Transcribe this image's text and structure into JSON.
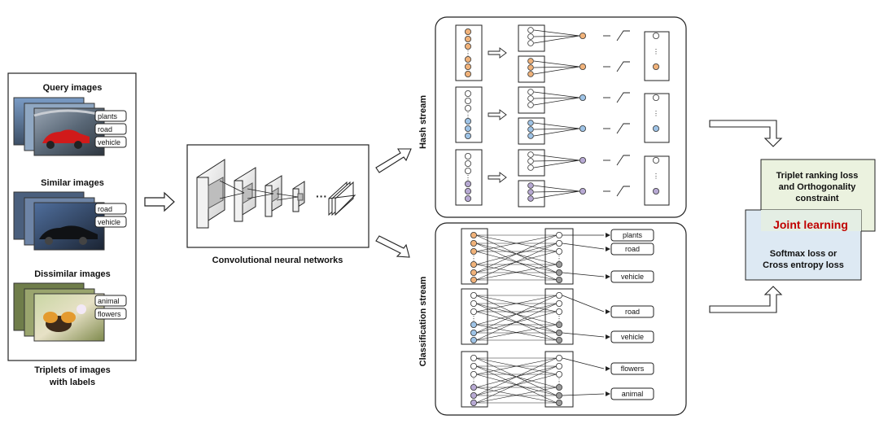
{
  "input_panel": {
    "query_title": "Query images",
    "query_tags": [
      "plants",
      "road",
      "vehicle"
    ],
    "similar_title": "Similar images",
    "similar_tags": [
      "road",
      "vehicle"
    ],
    "dissimilar_title": "Dissimilar images",
    "dissimilar_tags": [
      "animal",
      "flowers"
    ],
    "caption_line1": "Triplets of images",
    "caption_line2": "with labels"
  },
  "cnn": {
    "caption": "Convolutional neural networks",
    "ellipsis": "···"
  },
  "hash_stream": {
    "label": "Hash stream"
  },
  "classification_stream": {
    "label": "Classification stream",
    "outputs": [
      "plants",
      "road",
      "vehicle",
      "road",
      "vehicle",
      "flowers",
      "animal"
    ]
  },
  "loss": {
    "triplet_line1": "Triplet ranking loss",
    "triplet_line2": "and Orthogonality",
    "triplet_line3": "constraint",
    "joint": "Joint learning",
    "softmax_line1": "Softmax loss or",
    "softmax_line2": "Cross entropy loss"
  },
  "colors": {
    "orange": "#f0b27a",
    "blue": "#9ec3e6",
    "purple": "#b7a9d3",
    "joint_text": "#c00000",
    "triplet_box": "#ebf2df",
    "softmax_box": "#dde9f3"
  }
}
